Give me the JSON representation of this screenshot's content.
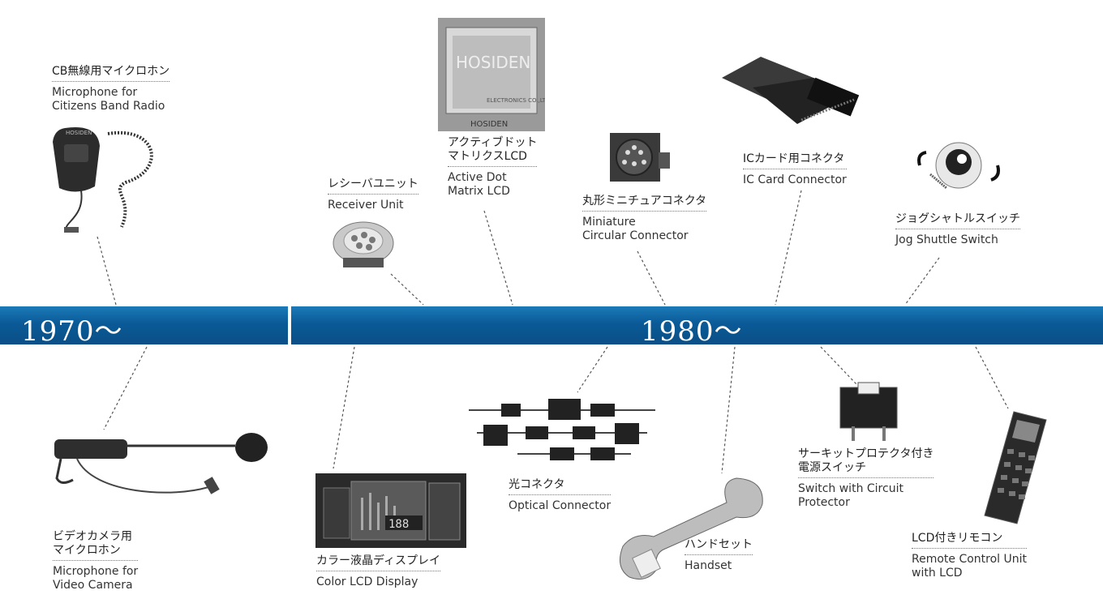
{
  "timeline": {
    "decades": [
      "1970～",
      "1980～"
    ]
  },
  "items": [
    {
      "jp": "CB無線用マイクロホン",
      "en": "Microphone for\nCitizens Band Radio"
    },
    {
      "jp": "レシーバユニット",
      "en": "Receiver Unit"
    },
    {
      "jp": "アクティブドット\nマトリクスLCD",
      "en": "Active Dot\nMatrix LCD"
    },
    {
      "jp": "丸形ミニチュアコネクタ",
      "en": "Miniature\nCircular Connector"
    },
    {
      "jp": "ICカード用コネクタ",
      "en": "IC Card Connector"
    },
    {
      "jp": "ジョグシャトルスイッチ",
      "en": "Jog Shuttle Switch"
    },
    {
      "jp": "ビデオカメラ用\nマイクロホン",
      "en": "Microphone for\nVideo Camera"
    },
    {
      "jp": "カラー液晶ディスプレイ",
      "en": "Color LCD Display"
    },
    {
      "jp": "光コネクタ",
      "en": "Optical Connector"
    },
    {
      "jp": "ハンドセット",
      "en": "Handset"
    },
    {
      "jp": "サーキットプロテクタ付き\n電源スイッチ",
      "en": "Switch with Circuit\nProtector"
    },
    {
      "jp": "LCD付きリモコン",
      "en": "Remote Control Unit\nwith LCD"
    }
  ],
  "product_marks": {
    "brand": "HOSIDEN",
    "lcd_panel_text": "ELECTRONICS\nCO.,LTD.",
    "color_lcd_digits": "188"
  }
}
